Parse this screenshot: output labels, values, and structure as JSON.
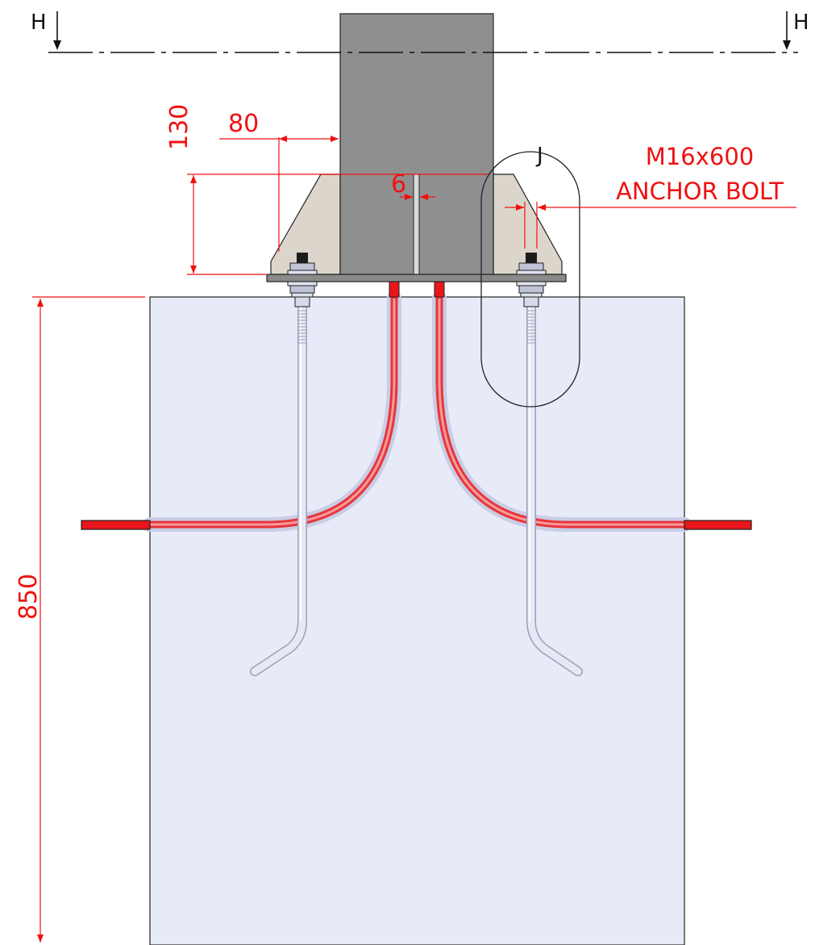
{
  "section_marker": {
    "left": "H",
    "right": "H"
  },
  "detail_marker": "J",
  "dimensions": {
    "col_offset": "80",
    "plate_height": "130",
    "gap": "6",
    "foundation_depth": "850"
  },
  "callout": {
    "line1": "M16x600",
    "line2": "ANCHOR BOLT"
  },
  "colors": {
    "dimension": "#ee1111",
    "column": "#8f8f8f",
    "gusset": "#dcd5cb",
    "plate": "#8a8a8a",
    "concrete": "#e7ebf8",
    "rebar": "#e8353a",
    "anchor_bolt": "#d7dbea",
    "outline": "#222222"
  }
}
